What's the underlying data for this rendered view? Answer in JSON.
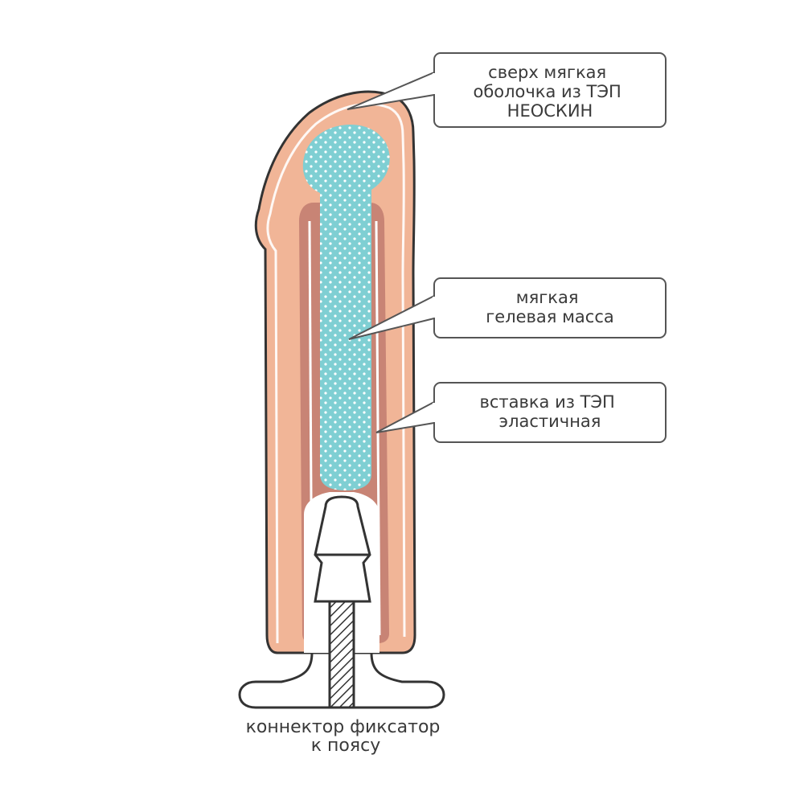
{
  "colors": {
    "shell": "#f1b597",
    "insert": "#c88475",
    "gel": "#7fcfd3",
    "gel_dots": "#ffffff",
    "outline": "#333333",
    "background": "#ffffff"
  },
  "labels": {
    "shell": [
      "сверх мягкая",
      "оболочка из ТЭП",
      "НЕОСКИН"
    ],
    "gel": [
      "мягкая",
      "гелевая масса"
    ],
    "insert": [
      "вставка из ТЭП",
      "эластичная"
    ],
    "connector": [
      "коннектор фиксатор",
      "к поясу"
    ]
  }
}
